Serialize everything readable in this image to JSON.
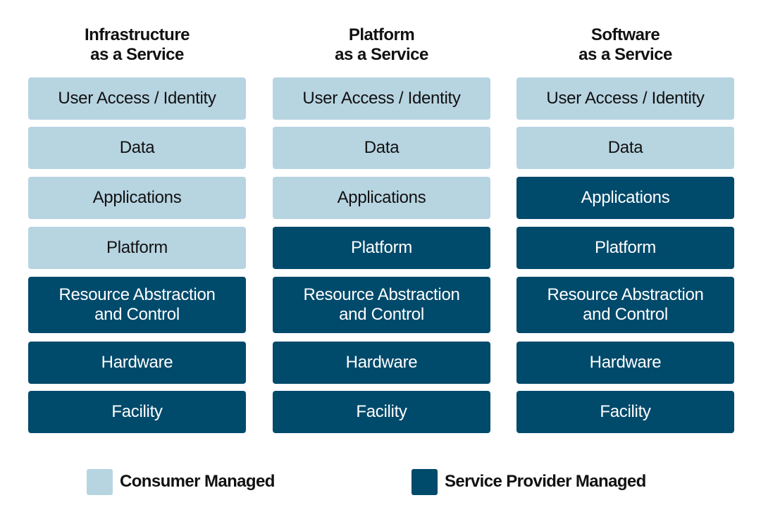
{
  "colors": {
    "consumer_managed": "#b7d4e1",
    "service_provider_managed": "#004a6b"
  },
  "columns": [
    {
      "title_line1": "Infrastructure",
      "title_line2": "as a Service",
      "layers": [
        {
          "label": "User Access / Identity",
          "managed_by": "consumer"
        },
        {
          "label": "Data",
          "managed_by": "consumer"
        },
        {
          "label": "Applications",
          "managed_by": "consumer"
        },
        {
          "label": "Platform",
          "managed_by": "consumer"
        },
        {
          "label_line1": "Resource Abstraction",
          "label_line2": "and Control",
          "managed_by": "provider"
        },
        {
          "label": "Hardware",
          "managed_by": "provider"
        },
        {
          "label": "Facility",
          "managed_by": "provider"
        }
      ]
    },
    {
      "title_line1": "Platform",
      "title_line2": "as a Service",
      "layers": [
        {
          "label": "User Access / Identity",
          "managed_by": "consumer"
        },
        {
          "label": "Data",
          "managed_by": "consumer"
        },
        {
          "label": "Applications",
          "managed_by": "consumer"
        },
        {
          "label": "Platform",
          "managed_by": "provider"
        },
        {
          "label_line1": "Resource Abstraction",
          "label_line2": "and Control",
          "managed_by": "provider"
        },
        {
          "label": "Hardware",
          "managed_by": "provider"
        },
        {
          "label": "Facility",
          "managed_by": "provider"
        }
      ]
    },
    {
      "title_line1": "Software",
      "title_line2": "as a Service",
      "layers": [
        {
          "label": "User Access / Identity",
          "managed_by": "consumer"
        },
        {
          "label": "Data",
          "managed_by": "consumer"
        },
        {
          "label": "Applications",
          "managed_by": "provider"
        },
        {
          "label": "Platform",
          "managed_by": "provider"
        },
        {
          "label_line1": "Resource Abstraction",
          "label_line2": "and Control",
          "managed_by": "provider"
        },
        {
          "label": "Hardware",
          "managed_by": "provider"
        },
        {
          "label": "Facility",
          "managed_by": "provider"
        }
      ]
    }
  ],
  "legend": {
    "consumer_label": "Consumer Managed",
    "provider_label": "Service Provider Managed"
  }
}
